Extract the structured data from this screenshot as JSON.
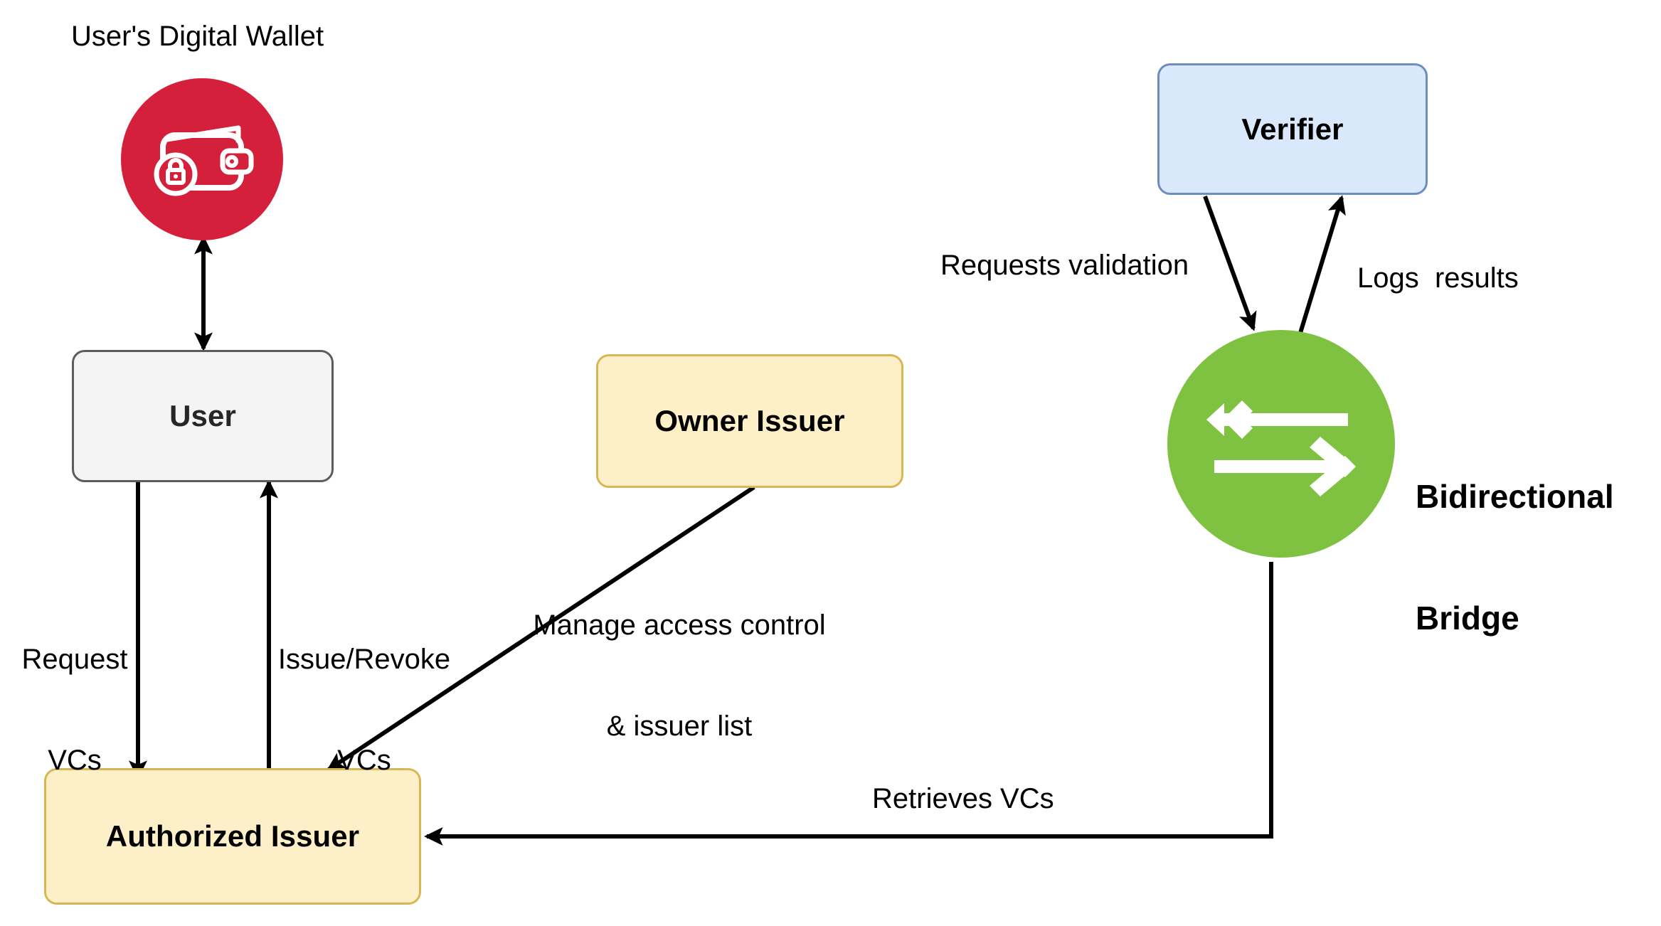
{
  "diagram": {
    "title": "Verifiable Credential issuance and verification with a bidirectional bridge",
    "background_color": "#ffffff"
  },
  "nodes": [
    {
      "id": "wallet",
      "label": "User's Digital Wallet",
      "shape": "circle",
      "icon": "wallet-lock-icon",
      "fill": "#d4203a",
      "icon_color": "#ffffff"
    },
    {
      "id": "user",
      "label": "User",
      "shape": "rounded-rect",
      "fill": "#f4f4f4",
      "stroke": "#5c5c5c",
      "text_color": "#262626"
    },
    {
      "id": "owner_issuer",
      "label": "Owner Issuer",
      "shape": "rounded-rect",
      "fill": "#fdf0c9",
      "stroke": "#d6b656",
      "text_color": "#000000"
    },
    {
      "id": "authorized_issuer",
      "label": "Authorized Issuer",
      "shape": "rounded-rect",
      "fill": "#fdf0c9",
      "stroke": "#d6b656",
      "text_color": "#000000"
    },
    {
      "id": "verifier",
      "label": "Verifier",
      "shape": "rounded-rect",
      "fill": "#dae8fc",
      "stroke": "#6c8ebf",
      "text_color": "#000000"
    },
    {
      "id": "bridge",
      "label": "Bidirectional\nBridge",
      "label_line_1": "Bidirectional",
      "label_line_2": "Bridge",
      "shape": "circle",
      "icon": "bidirectional-arrows-icon",
      "fill": "#7fc241",
      "icon_color": "#ffffff"
    }
  ],
  "edges": [
    {
      "id": "wallet_user",
      "from": "user",
      "to": "wallet",
      "label": "",
      "arrow": "both"
    },
    {
      "id": "request_vcs",
      "from": "user",
      "to": "authorized_issuer",
      "label_line_1": "Request",
      "label_line_2": "VCs",
      "arrow": "end"
    },
    {
      "id": "issue_revoke_vcs",
      "from": "authorized_issuer",
      "to": "user",
      "label_line_1": "Issue/Revoke",
      "label_line_2": "VCs",
      "arrow": "end"
    },
    {
      "id": "manage_access",
      "from": "owner_issuer",
      "to": "authorized_issuer",
      "label_line_1": "Manage access control",
      "label_line_2": "& issuer list",
      "arrow": "end"
    },
    {
      "id": "requests_validation",
      "from": "verifier",
      "to": "bridge",
      "label": "Requests validation",
      "arrow": "end"
    },
    {
      "id": "logs_results",
      "from": "bridge",
      "to": "verifier",
      "label": "Logs  results",
      "arrow": "end"
    },
    {
      "id": "retrieves_vcs",
      "from": "bridge",
      "to": "authorized_issuer",
      "label": "Retrieves VCs",
      "arrow": "end"
    }
  ]
}
